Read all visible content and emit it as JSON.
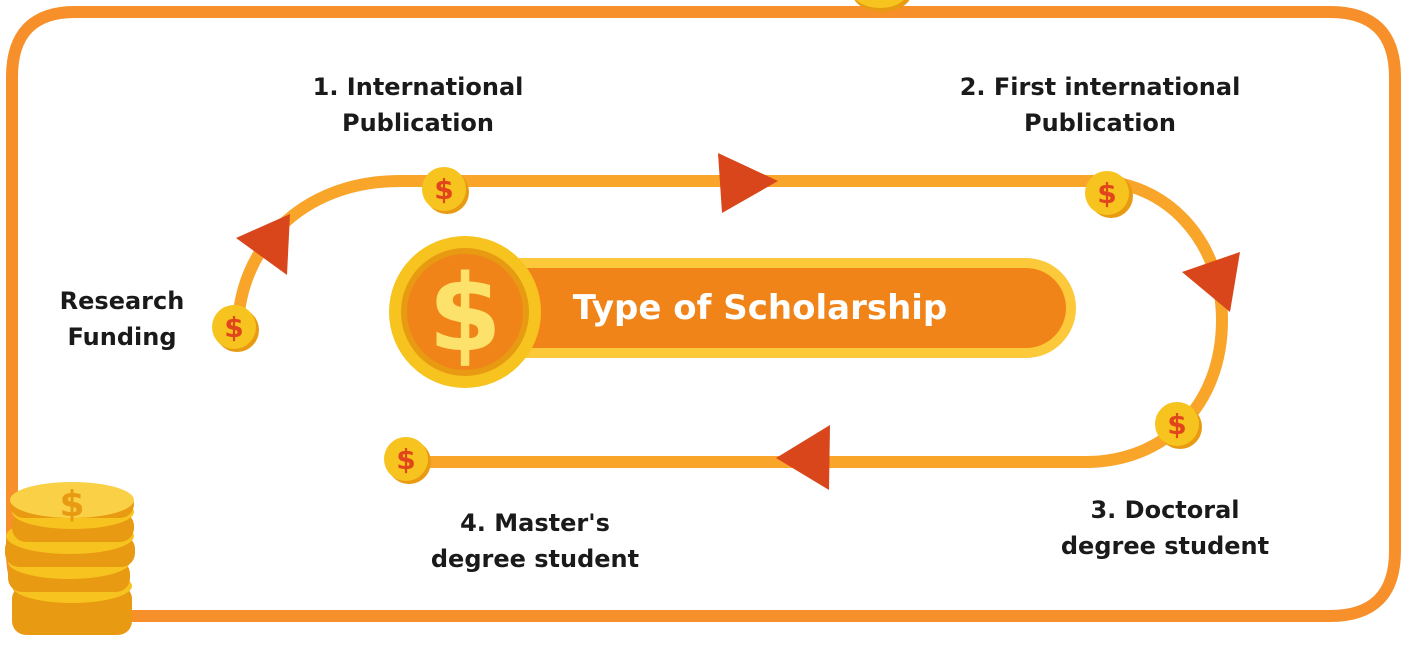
{
  "title": "Type of Scholarship",
  "steps": {
    "research_funding": [
      "Research",
      "Funding"
    ],
    "step1": [
      "1. International",
      "Publication"
    ],
    "step2": [
      "2. First international",
      "Publication"
    ],
    "step3": [
      "3. Doctoral",
      "degree student"
    ],
    "step4": [
      "4. Master's",
      "degree student"
    ]
  },
  "colors": {
    "frame": "#F7902A",
    "path": "#F8A52A",
    "arrow": "#D9461C",
    "coin": "#F7C31F",
    "coin_dark": "#E89A12",
    "dollar": "#E0451B",
    "banner": "#F08419",
    "banner_border": "#FBC93A"
  },
  "icons": [
    "dollar-coin-icon",
    "coin-stack-icon",
    "big-dollar-coin-icon",
    "direction-arrow-icon"
  ]
}
